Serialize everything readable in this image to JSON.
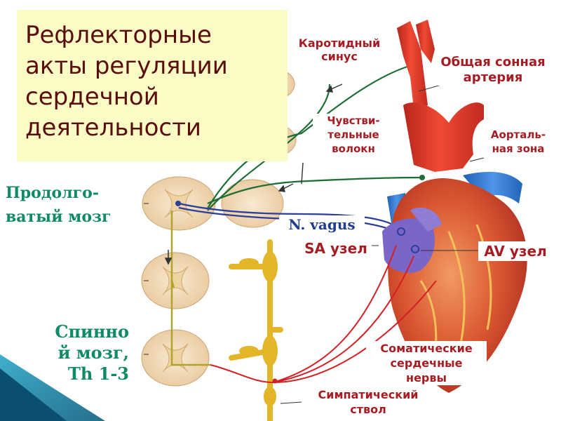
{
  "title": {
    "lines": [
      "Рефлекторные",
      "акты регуляции",
      "сердечной",
      "деятельности"
    ]
  },
  "labels": {
    "medulla": [
      "Продолго-",
      "ватый  мозг"
    ],
    "spinal": [
      "Спинно",
      "й мозг,",
      "Th 1-3"
    ],
    "carotid_sinus": [
      "Каротидный",
      "синус"
    ],
    "common_carotid": [
      "Общая сонная",
      "артерия"
    ],
    "sensory_fibers": [
      "Чувстви-",
      "тельные",
      "волокн"
    ],
    "aortic_zone": [
      "Аорталь-",
      "ная зона"
    ],
    "vagus": "N. vagus",
    "sa_node": "SA узел",
    "av_node": "AV узел",
    "somatic_nerves": [
      "Соматические",
      "сердечные",
      "нервы"
    ],
    "sympathetic_trunk": [
      "Симпатический",
      "ствол"
    ]
  },
  "colors": {
    "title_bg": "#fbfbc6",
    "title_text": "#5a0d0d",
    "side_text": "#0f8a66",
    "label_text": "#a51d22",
    "vagus_text": "#1f3c8f",
    "artery": "#e23b2a",
    "vein": "#2f78d4",
    "heart": "#c83a2a",
    "atrium": "#7b66c8",
    "sensory_nerve": "#1d6e35",
    "vagus_nerve": "#2a3f9a",
    "sympathetic_nerve": "#d41f24",
    "ganglion": "#e3b62a",
    "spinal_tissue": "#f6e7c9"
  },
  "icons": {
    "corner": "teal-corner-decoration"
  }
}
